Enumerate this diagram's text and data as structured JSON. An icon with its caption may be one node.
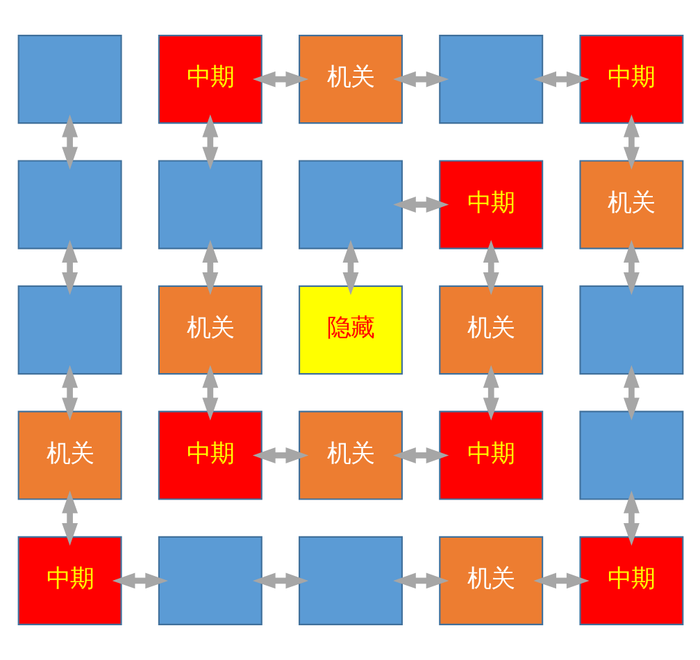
{
  "diagram": {
    "nodes": [
      {
        "text": [],
        "shape": "box"
      },
      {
        "text": [
          "中期"
        ]
      },
      {
        "text": [
          "机关"
        ]
      },
      {
        "text": [],
        "shape": "box"
      },
      {
        "text": [
          "中期"
        ]
      },
      {
        "text": [],
        "shape": "box"
      },
      {
        "text": [],
        "shape": "box"
      },
      {
        "text": [],
        "shape": "box"
      },
      {
        "text": [
          "中期"
        ]
      },
      {
        "text": [
          "机关"
        ]
      },
      {
        "text": [],
        "shape": "box"
      },
      {
        "text": [
          "机关"
        ]
      },
      {
        "text": [
          "隐藏"
        ]
      },
      {
        "text": [
          "机关"
        ]
      },
      {
        "text": [],
        "shape": "box"
      },
      {
        "text": [
          "机关"
        ]
      },
      {
        "text": [
          "中期"
        ]
      },
      {
        "text": [
          "机关"
        ]
      },
      {
        "text": [
          "中期"
        ]
      },
      {
        "text": [],
        "shape": "box"
      },
      {
        "text": [
          "中期"
        ]
      },
      {
        "text": [],
        "shape": "box"
      },
      {
        "text": [],
        "shape": "box"
      },
      {
        "text": [
          "机关"
        ]
      },
      {
        "text": [
          "中期"
        ]
      }
    ],
    "edges": [
      {
        "from": 1,
        "to": 2,
        "arrow": "both"
      },
      {
        "from": 2,
        "to": 3,
        "arrow": "both"
      },
      {
        "from": 3,
        "to": 4,
        "arrow": "both"
      },
      {
        "from": 0,
        "to": 5,
        "arrow": "both"
      },
      {
        "from": 1,
        "to": 6,
        "arrow": "both"
      },
      {
        "from": 4,
        "to": 9,
        "arrow": "both"
      },
      {
        "from": 7,
        "to": 8,
        "arrow": "both"
      },
      {
        "from": 5,
        "to": 10,
        "arrow": "both"
      },
      {
        "from": 6,
        "to": 11,
        "arrow": "both"
      },
      {
        "from": 7,
        "to": 12,
        "arrow": "both"
      },
      {
        "from": 8,
        "to": 13,
        "arrow": "both"
      },
      {
        "from": 9,
        "to": 14,
        "arrow": "both"
      },
      {
        "from": 10,
        "to": 15,
        "arrow": "both"
      },
      {
        "from": 11,
        "to": 16,
        "arrow": "both"
      },
      {
        "from": 13,
        "to": 18,
        "arrow": "both"
      },
      {
        "from": 14,
        "to": 19,
        "arrow": "both"
      },
      {
        "from": 16,
        "to": 17,
        "arrow": "both"
      },
      {
        "from": 17,
        "to": 18,
        "arrow": "both"
      },
      {
        "from": 15,
        "to": 20,
        "arrow": "both"
      },
      {
        "from": 19,
        "to": 24,
        "arrow": "both"
      },
      {
        "from": 20,
        "to": 21,
        "arrow": "both"
      },
      {
        "from": 21,
        "to": 22,
        "arrow": "both"
      },
      {
        "from": 22,
        "to": 23,
        "arrow": "both"
      },
      {
        "from": 23,
        "to": 24,
        "arrow": "both"
      }
    ]
  }
}
